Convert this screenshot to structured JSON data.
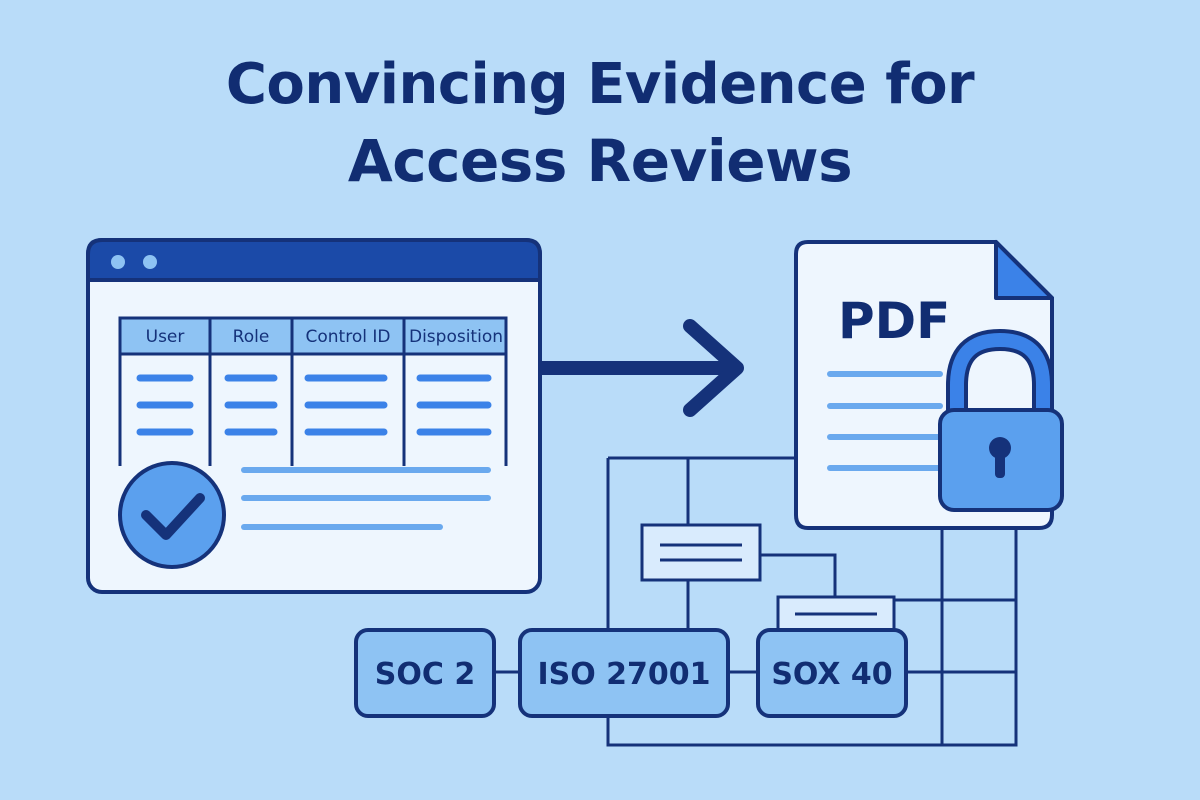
{
  "title": {
    "line1": "Convincing Evidence for",
    "line2": "Access Reviews"
  },
  "table": {
    "headers": [
      "User",
      "Role",
      "Control ID",
      "Disposition"
    ]
  },
  "document": {
    "label": "PDF"
  },
  "frameworks": [
    "SOC 2",
    "ISO 27001",
    "SOX 40"
  ],
  "colors": {
    "background": "#b9dcf9",
    "navy": "#112d72",
    "accent": "#3b82e8",
    "light-fill": "#eef6fe",
    "header-fill": "#8ec3f3"
  },
  "icons": [
    "window-dots-icon",
    "check-circle-icon",
    "arrow-right-icon",
    "padlock-icon",
    "folded-corner-icon"
  ]
}
